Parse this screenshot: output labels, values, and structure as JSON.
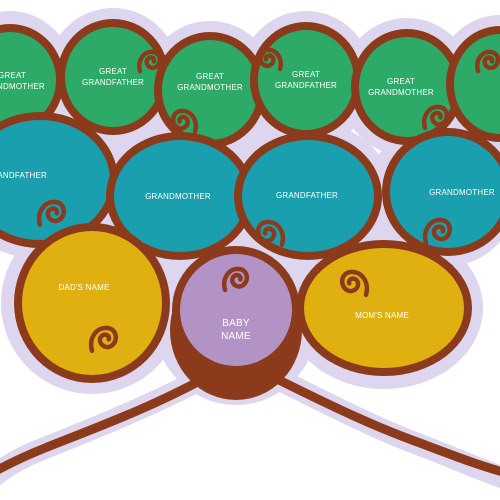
{
  "colors": {
    "background": "#ffffff",
    "halo": "#ddd6ee",
    "branch": "#8b3b1c",
    "great_gen": "#2eaa68",
    "grand_gen": "#1a9fae",
    "parents": "#dfb010",
    "baby": "#b393c6",
    "label": "#ffffff"
  },
  "tree": {
    "great_grandparents": [
      {
        "line1": "GREAT",
        "line2": "GRANDMOTHER"
      },
      {
        "line1": "GREAT",
        "line2": "GRANDFATHER"
      },
      {
        "line1": "GREAT",
        "line2": "GRANDMOTHER"
      },
      {
        "line1": "GREAT",
        "line2": "GRANDFATHER"
      },
      {
        "line1": "GREAT",
        "line2": "GRANDMOTHER"
      },
      {
        "line1": "",
        "line2": ""
      }
    ],
    "grandparents": [
      {
        "label": "GRANDFATHER"
      },
      {
        "label": "GRANDMOTHER"
      },
      {
        "label": "GRANDFATHER"
      },
      {
        "label": "GRANDMOTHER"
      }
    ],
    "parents": {
      "dad": "DAD'S NAME",
      "mom": "MOM'S NAME"
    },
    "baby": {
      "line1": "BABY",
      "line2": "NAME"
    }
  }
}
